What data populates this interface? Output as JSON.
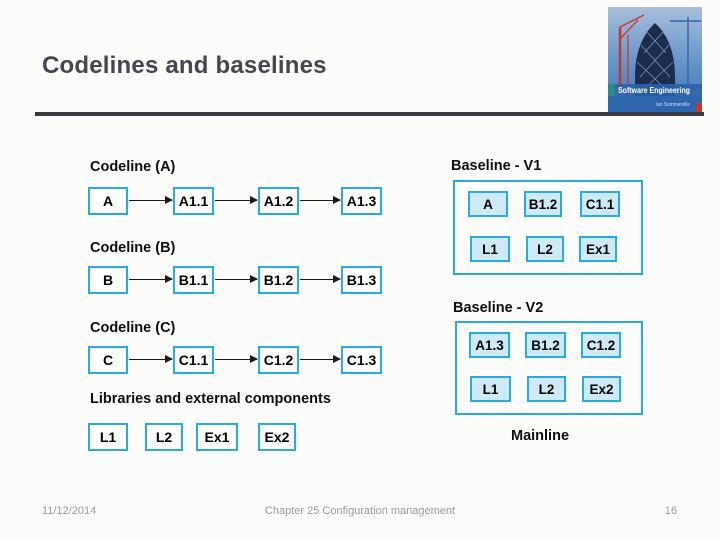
{
  "slide": {
    "title": "Codelines and baselines"
  },
  "header_logo": {
    "book_title": "Software Engineering",
    "book_author": "Ian Sommerville"
  },
  "diagram": {
    "codelines": [
      {
        "label": "Codeline (A)",
        "boxes": [
          "A",
          "A1.1",
          "A1.2",
          "A1.3"
        ]
      },
      {
        "label": "Codeline (B)",
        "boxes": [
          "B",
          "B1.1",
          "B1.2",
          "B1.3"
        ]
      },
      {
        "label": "Codeline (C)",
        "boxes": [
          "C",
          "C1.1",
          "C1.2",
          "C1.3"
        ]
      }
    ],
    "libraries": {
      "label": "Libraries and external components",
      "boxes": [
        "L1",
        "L2",
        "Ex1",
        "Ex2"
      ]
    },
    "baselines": [
      {
        "label": "Baseline - V1",
        "components": [
          "A",
          "B1.2",
          "C1.1"
        ],
        "libraries": [
          "L1",
          "L2",
          "Ex1"
        ]
      },
      {
        "label": "Baseline - V2",
        "components": [
          "A1.3",
          "B1.2",
          "C1.2"
        ],
        "libraries": [
          "L1",
          "L2",
          "Ex2"
        ]
      }
    ],
    "mainline_label": "Mainline"
  },
  "footer": {
    "date": "11/12/2014",
    "title": "Chapter 25 Configuration management",
    "page_number": "16"
  },
  "colors": {
    "box_border": "#29abe2",
    "baseline_chip_fill": "#cdeaf6",
    "title_text": "#484450",
    "divider": "#3b383f",
    "arrow": "#1a1a1a",
    "footer_text": "#9a9a9a"
  }
}
